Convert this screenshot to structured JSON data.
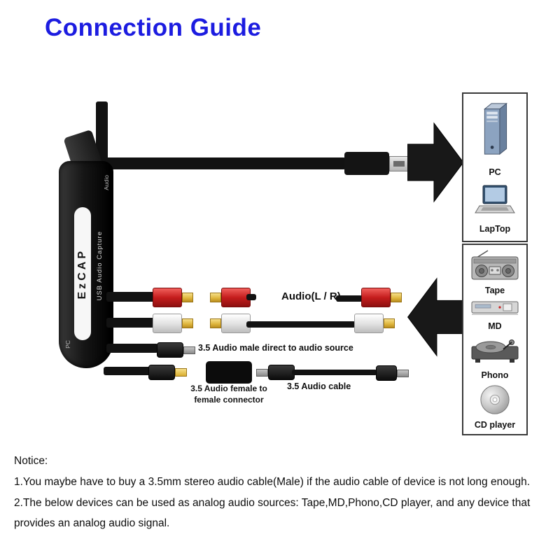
{
  "title": "Connection Guide",
  "device": {
    "brand": "EzCAP",
    "product": "USB Audio Capture",
    "audio_port_label": "Audio",
    "pc_port_label": "PC"
  },
  "cable_labels": {
    "audio_lr": "Audio(L / R)",
    "audio_male": "3.5 Audio male direct to audio source",
    "audio_female_line1": "3.5 Audio female to",
    "audio_female_line2": "female connector",
    "audio_cable": "3.5 Audio cable"
  },
  "pc_box": {
    "pc": "PC",
    "laptop": "LapTop"
  },
  "source_box": {
    "tape": "Tape",
    "md": "MD",
    "phono": "Phono",
    "cd_player": "CD player"
  },
  "notice": {
    "heading": "Notice:",
    "line1": "1.You maybe have to buy a 3.5mm stereo audio cable(Male) if the audio cable of device is not long enough.",
    "line2": "2.The below devices can be used as analog audio sources: Tape,MD,Phono,CD player, and any device that provides an analog audio signal."
  },
  "icons": {
    "pc-tower-icon": "desktop-computer",
    "laptop-icon": "laptop",
    "tape-icon": "radio-cassette-player",
    "md-icon": "minidisc-player",
    "phono-icon": "turntable",
    "cd-player-icon": "cd-disc",
    "usb-plug-icon": "usb-plug",
    "right-arrow-icon": "arrow-right",
    "left-arrow-icon": "arrow-left"
  },
  "colors": {
    "title_blue": "#1c1ce0",
    "rca_red": "#c51d1d",
    "rca_white": "#e3e3e3",
    "tip_gold": "#ddb33a",
    "cable_black": "#121212"
  }
}
